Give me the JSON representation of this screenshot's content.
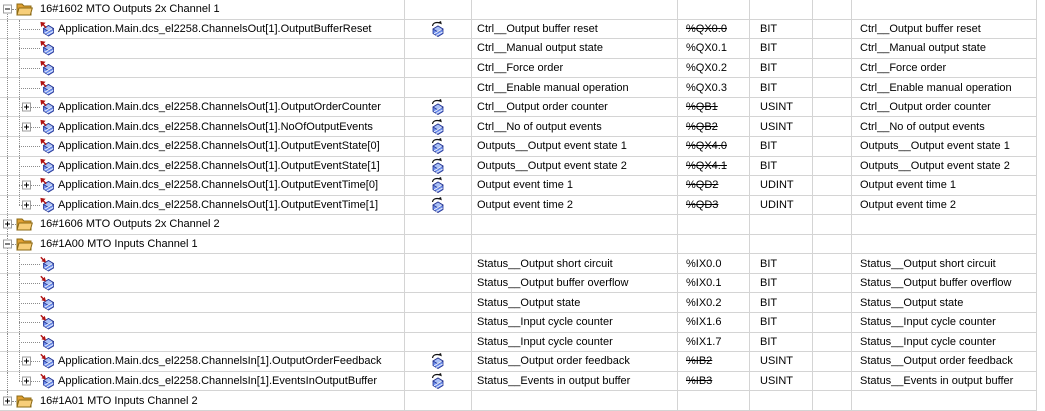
{
  "colors": {
    "background": "#ffffff",
    "grid_line": "#d4d4d4",
    "tree_dots": "#8c8c8c",
    "text": "#000000",
    "folder_yellow": "#f0b44e",
    "cube_blue": "#6c8ef0",
    "arrow_red": "#b01212"
  },
  "icons": {
    "folder": "folder-icon",
    "out": "output-variable-icon",
    "in": "input-variable-icon",
    "map": "mapping-icon",
    "plus": "expand-plus-icon",
    "minus": "collapse-minus-icon"
  },
  "table": {
    "rows": [
      {
        "kind": "folder",
        "expand": "minus",
        "icon": "folder",
        "label": "16#1602 MTO Outputs 2x Channel 1",
        "mapped": false,
        "channel": "",
        "address": "",
        "address_struck": false,
        "type": "",
        "description": ""
      },
      {
        "kind": "var",
        "expand": null,
        "icon": "out",
        "label": "Application.Main.dcs_el2258.ChannelsOut[1].OutputBufferReset",
        "mapped": true,
        "channel": "Ctrl__Output buffer reset",
        "address": "%QX0.0",
        "address_struck": true,
        "type": "BIT",
        "description": "Ctrl__Output buffer reset"
      },
      {
        "kind": "var",
        "expand": null,
        "icon": "out",
        "label": "",
        "mapped": false,
        "channel": "Ctrl__Manual output state",
        "address": "%QX0.1",
        "address_struck": false,
        "type": "BIT",
        "description": "Ctrl__Manual output state"
      },
      {
        "kind": "var",
        "expand": null,
        "icon": "out",
        "label": "",
        "mapped": false,
        "channel": "Ctrl__Force order",
        "address": "%QX0.2",
        "address_struck": false,
        "type": "BIT",
        "description": "Ctrl__Force order"
      },
      {
        "kind": "var",
        "expand": null,
        "icon": "out",
        "label": "",
        "mapped": false,
        "channel": "Ctrl__Enable manual operation",
        "address": "%QX0.3",
        "address_struck": false,
        "type": "BIT",
        "description": "Ctrl__Enable manual operation"
      },
      {
        "kind": "var",
        "expand": "plus",
        "icon": "out",
        "label": "Application.Main.dcs_el2258.ChannelsOut[1].OutputOrderCounter",
        "mapped": true,
        "channel": "Ctrl__Output order counter",
        "address": "%QB1",
        "address_struck": true,
        "type": "USINT",
        "description": "Ctrl__Output order counter"
      },
      {
        "kind": "var",
        "expand": "plus",
        "icon": "out",
        "label": "Application.Main.dcs_el2258.ChannelsOut[1].NoOfOutputEvents",
        "mapped": true,
        "channel": "Ctrl__No of output events",
        "address": "%QB2",
        "address_struck": true,
        "type": "USINT",
        "description": "Ctrl__No of output events"
      },
      {
        "kind": "var",
        "expand": null,
        "icon": "out",
        "label": "Application.Main.dcs_el2258.ChannelsOut[1].OutputEventState[0]",
        "mapped": true,
        "channel": "Outputs__Output event state 1",
        "address": "%QX4.0",
        "address_struck": true,
        "type": "BIT",
        "description": "Outputs__Output event state 1"
      },
      {
        "kind": "var",
        "expand": null,
        "icon": "out",
        "label": "Application.Main.dcs_el2258.ChannelsOut[1].OutputEventState[1]",
        "mapped": true,
        "channel": "Outputs__Output event state 2",
        "address": "%QX4.1",
        "address_struck": true,
        "type": "BIT",
        "description": "Outputs__Output event state 2"
      },
      {
        "kind": "var",
        "expand": "plus",
        "icon": "out",
        "label": "Application.Main.dcs_el2258.ChannelsOut[1].OutputEventTime[0]",
        "mapped": true,
        "channel": "Output event time 1",
        "address": "%QD2",
        "address_struck": true,
        "type": "UDINT",
        "description": "Output event time 1"
      },
      {
        "kind": "var",
        "expand": "plus",
        "icon": "out",
        "label": "Application.Main.dcs_el2258.ChannelsOut[1].OutputEventTime[1]",
        "mapped": true,
        "channel": "Output event time 2",
        "address": "%QD3",
        "address_struck": true,
        "type": "UDINT",
        "description": "Output event time 2"
      },
      {
        "kind": "folder",
        "expand": "plus",
        "icon": "folder",
        "label": "16#1606 MTO Outputs 2x Channel 2",
        "mapped": false,
        "channel": "",
        "address": "",
        "address_struck": false,
        "type": "",
        "description": ""
      },
      {
        "kind": "folder",
        "expand": "minus",
        "icon": "folder",
        "label": "16#1A00 MTO Inputs Channel 1",
        "mapped": false,
        "channel": "",
        "address": "",
        "address_struck": false,
        "type": "",
        "description": ""
      },
      {
        "kind": "var",
        "expand": null,
        "icon": "in",
        "label": "",
        "mapped": false,
        "channel": "Status__Output short circuit",
        "address": "%IX0.0",
        "address_struck": false,
        "type": "BIT",
        "description": "Status__Output short circuit"
      },
      {
        "kind": "var",
        "expand": null,
        "icon": "in",
        "label": "",
        "mapped": false,
        "channel": "Status__Output buffer overflow",
        "address": "%IX0.1",
        "address_struck": false,
        "type": "BIT",
        "description": "Status__Output buffer overflow"
      },
      {
        "kind": "var",
        "expand": null,
        "icon": "in",
        "label": "",
        "mapped": false,
        "channel": "Status__Output state",
        "address": "%IX0.2",
        "address_struck": false,
        "type": "BIT",
        "description": "Status__Output state"
      },
      {
        "kind": "var",
        "expand": null,
        "icon": "in",
        "label": "",
        "mapped": false,
        "channel": "Status__Input cycle counter",
        "address": "%IX1.6",
        "address_struck": false,
        "type": "BIT",
        "description": "Status__Input cycle counter"
      },
      {
        "kind": "var",
        "expand": null,
        "icon": "in",
        "label": "",
        "mapped": false,
        "channel": "Status__Input cycle counter",
        "address": "%IX1.7",
        "address_struck": false,
        "type": "BIT",
        "description": "Status__Input cycle counter"
      },
      {
        "kind": "var",
        "expand": "plus",
        "icon": "in",
        "label": "Application.Main.dcs_el2258.ChannelsIn[1].OutputOrderFeedback",
        "mapped": true,
        "channel": "Status__Output order feedback",
        "address": "%IB2",
        "address_struck": true,
        "type": "USINT",
        "description": "Status__Output order feedback"
      },
      {
        "kind": "var",
        "expand": "plus",
        "icon": "in",
        "label": "Application.Main.dcs_el2258.ChannelsIn[1].EventsInOutputBuffer",
        "mapped": true,
        "channel": "Status__Events in output buffer",
        "address": "%IB3",
        "address_struck": true,
        "type": "USINT",
        "description": "Status__Events in output buffer"
      },
      {
        "kind": "folder",
        "expand": "plus",
        "icon": "folder",
        "label": "16#1A01 MTO Inputs Channel 2",
        "mapped": false,
        "channel": "",
        "address": "",
        "address_struck": false,
        "type": "",
        "description": ""
      }
    ]
  }
}
